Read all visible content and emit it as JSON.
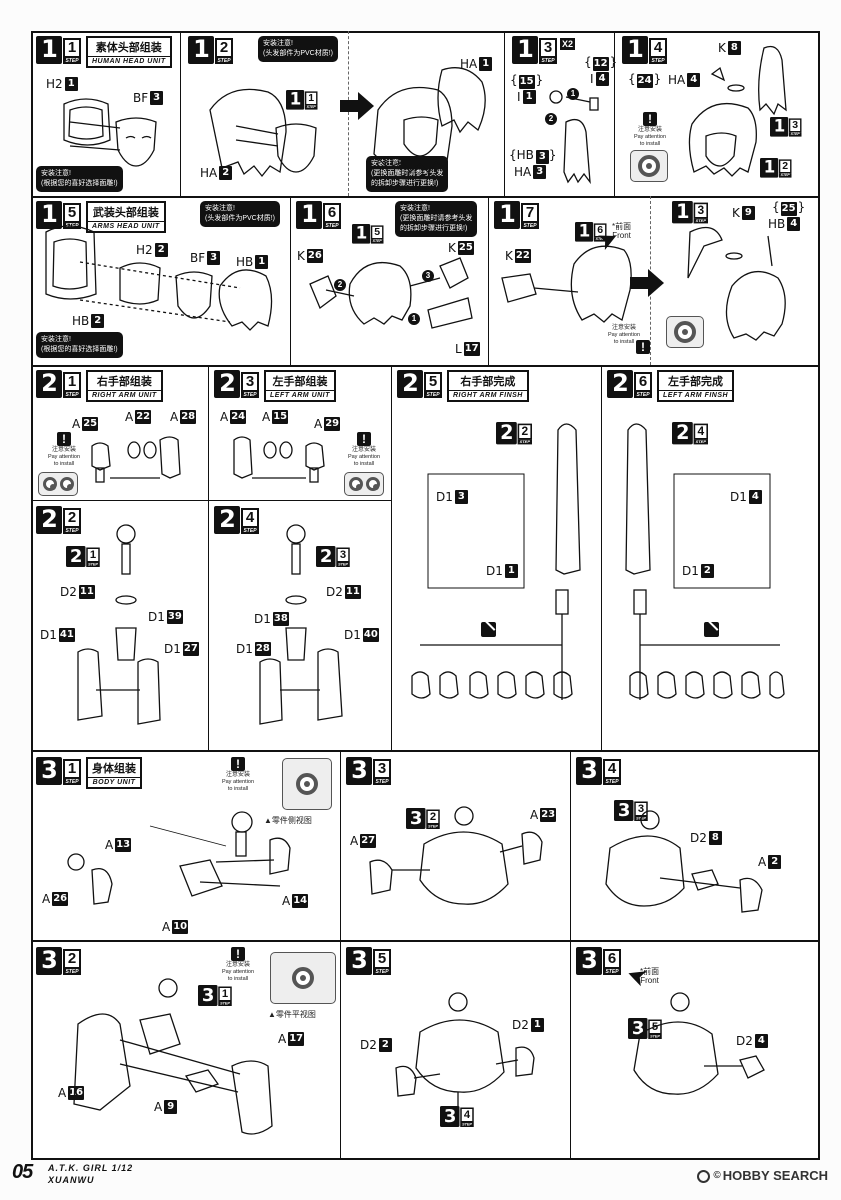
{
  "footer": {
    "page_number": "05",
    "product_line1": "A.T.K. GIRL 1/12",
    "product_line2": "XUANWU",
    "brand": "HOBBY SEARCH",
    "brand_mark": "©"
  },
  "common": {
    "step": "STEP",
    "attn_cn": "注意安装",
    "attn_en1": "Pay attention",
    "attn_en2": "to install",
    "front_cn": "*前面",
    "front_en": "Front"
  },
  "steps": {
    "s11": {
      "num": "1",
      "sub": "1",
      "cn": "素体头部组装",
      "en": "HUMAN HEAD UNIT"
    },
    "s12": {
      "num": "1",
      "sub": "2"
    },
    "s13": {
      "num": "1",
      "sub": "3",
      "mult": "X2"
    },
    "s14": {
      "num": "1",
      "sub": "4"
    },
    "s15": {
      "num": "1",
      "sub": "5",
      "cn": "武装头部组装",
      "en": "ARMS HEAD UNIT"
    },
    "s16": {
      "num": "1",
      "sub": "6"
    },
    "s17": {
      "num": "1",
      "sub": "7"
    },
    "s21": {
      "num": "2",
      "sub": "1",
      "cn": "右手部组装",
      "en": "RIGHT ARM UNIT"
    },
    "s23": {
      "num": "2",
      "sub": "3",
      "cn": "左手部组装",
      "en": "LEFT ARM UNIT"
    },
    "s25": {
      "num": "2",
      "sub": "5",
      "cn": "右手部完成",
      "en": "RIGHT ARM FINSH"
    },
    "s26": {
      "num": "2",
      "sub": "6",
      "cn": "左手部完成",
      "en": "LEFT ARM FINSH"
    },
    "s22": {
      "num": "2",
      "sub": "2"
    },
    "s24": {
      "num": "2",
      "sub": "4"
    },
    "s31": {
      "num": "3",
      "sub": "1",
      "cn": "身体组装",
      "en": "BODY UNIT"
    },
    "s33": {
      "num": "3",
      "sub": "3"
    },
    "s34": {
      "num": "3",
      "sub": "4"
    },
    "s32": {
      "num": "3",
      "sub": "2"
    },
    "s35": {
      "num": "3",
      "sub": "5"
    },
    "s36": {
      "num": "3",
      "sub": "6"
    }
  },
  "refs": {
    "r11": {
      "num": "1",
      "sub": "1"
    },
    "r13": {
      "num": "1",
      "sub": "3"
    },
    "r12": {
      "num": "1",
      "sub": "2"
    },
    "r15": {
      "num": "1",
      "sub": "5"
    },
    "r16": {
      "num": "1",
      "sub": "6"
    },
    "r13b": {
      "num": "1",
      "sub": "3"
    },
    "r21": {
      "num": "2",
      "sub": "1"
    },
    "r23": {
      "num": "2",
      "sub": "3"
    },
    "r22": {
      "num": "2",
      "sub": "2"
    },
    "r24": {
      "num": "2",
      "sub": "4"
    },
    "r32": {
      "num": "3",
      "sub": "2"
    },
    "r33": {
      "num": "3",
      "sub": "3"
    },
    "r31": {
      "num": "3",
      "sub": "1"
    },
    "r34": {
      "num": "3",
      "sub": "4"
    },
    "r35": {
      "num": "3",
      "sub": "5"
    }
  },
  "notices": {
    "n11a": "安装注意!",
    "n11b": "(根据您的喜好选择面雕!)",
    "n12t_a": "安装注意!",
    "n12t_b": "(头发部件为PVC材质!)",
    "n12b_a": "安装注意!",
    "n12b_b": "(更换面雕时请参考头发",
    "n12b_c": "的拆卸步骤进行更换!)",
    "n15a": "安装注意!",
    "n15b": "(头发部件为PVC材质!)",
    "n15c": "安装注意!",
    "n15d": "(根据您的喜好选择面雕!)",
    "n16a": "安装注意!",
    "n16b": "(更换面雕时请参考头发",
    "n16c": "的拆卸步骤进行更换!)"
  },
  "part_labels": {
    "l11_h2": {
      "p": "H2",
      "n": "1"
    },
    "l11_bf": {
      "p": "BF",
      "n": "3"
    },
    "l12_ha": {
      "p": "HA",
      "n": "2"
    },
    "l12_ha1": {
      "p": "HA",
      "n": "1"
    },
    "l13_15": {
      "n": "15"
    },
    "l13_12": {
      "n": "12"
    },
    "l13_i1": {
      "p": "I",
      "n": "1"
    },
    "l13_i4": {
      "p": "I",
      "n": "4"
    },
    "l13_hb": {
      "n": "HB",
      "m": "3"
    },
    "l13_ha": {
      "p": "HA",
      "n": "3"
    },
    "l14_k": {
      "p": "K",
      "n": "8"
    },
    "l14_24": {
      "n": "24"
    },
    "l14_ha": {
      "p": "HA",
      "n": "4"
    },
    "l15_h2": {
      "p": "H2",
      "n": "2"
    },
    "l15_bf": {
      "p": "BF",
      "n": "3"
    },
    "l15_hb1": {
      "p": "HB",
      "n": "1"
    },
    "l15_hb2": {
      "p": "HB",
      "n": "2"
    },
    "l16_k26": {
      "p": "K",
      "n": "26"
    },
    "l16_k25": {
      "p": "K",
      "n": "25"
    },
    "l16_l17": {
      "p": "L",
      "n": "17"
    },
    "l17_k22": {
      "p": "K",
      "n": "22"
    },
    "l18_k9": {
      "p": "K",
      "n": "9"
    },
    "l18_25": {
      "n": "25"
    },
    "l18_hb4": {
      "p": "HB",
      "n": "4"
    },
    "l21_a25": {
      "p": "A",
      "n": "25"
    },
    "l21_a22": {
      "p": "A",
      "n": "22"
    },
    "l21_a28": {
      "p": "A",
      "n": "28"
    },
    "l23_a24": {
      "p": "A",
      "n": "24"
    },
    "l23_a15": {
      "p": "A",
      "n": "15"
    },
    "l23_a29": {
      "p": "A",
      "n": "29"
    },
    "l25_d13": {
      "p": "D1",
      "n": "3"
    },
    "l25_d11": {
      "p": "D1",
      "n": "1"
    },
    "l26_d14": {
      "p": "D1",
      "n": "4"
    },
    "l26_d12": {
      "p": "D1",
      "n": "2"
    },
    "l22_d211": {
      "p": "D2",
      "n": "11"
    },
    "l22_d139": {
      "p": "D1",
      "n": "39"
    },
    "l22_d141": {
      "p": "D1",
      "n": "41"
    },
    "l22_d127": {
      "p": "D1",
      "n": "27"
    },
    "l24_d138": {
      "p": "D1",
      "n": "38"
    },
    "l24_d211": {
      "p": "D2",
      "n": "11"
    },
    "l24_d128": {
      "p": "D1",
      "n": "28"
    },
    "l24_d140": {
      "p": "D1",
      "n": "40"
    },
    "l31_a13": {
      "p": "A",
      "n": "13"
    },
    "l31_a26": {
      "p": "A",
      "n": "26"
    },
    "l31_a10": {
      "p": "A",
      "n": "10"
    },
    "l31_a14": {
      "p": "A",
      "n": "14"
    },
    "l33_a23": {
      "p": "A",
      "n": "23"
    },
    "l33_a27": {
      "p": "A",
      "n": "27"
    },
    "l34_d28": {
      "p": "D2",
      "n": "8"
    },
    "l34_a2": {
      "p": "A",
      "n": "2"
    },
    "l32_a17": {
      "p": "A",
      "n": "17"
    },
    "l32_a16": {
      "p": "A",
      "n": "16"
    },
    "l32_a9": {
      "p": "A",
      "n": "9"
    },
    "l35_d21": {
      "p": "D2",
      "n": "1"
    },
    "l35_d22": {
      "p": "D2",
      "n": "2"
    },
    "l36_d24": {
      "p": "D2",
      "n": "4"
    }
  },
  "view_notes": {
    "side": "▲零件侧视图",
    "plan": "▲零件平视图"
  },
  "order_marks": [
    "1",
    "2",
    "3"
  ]
}
